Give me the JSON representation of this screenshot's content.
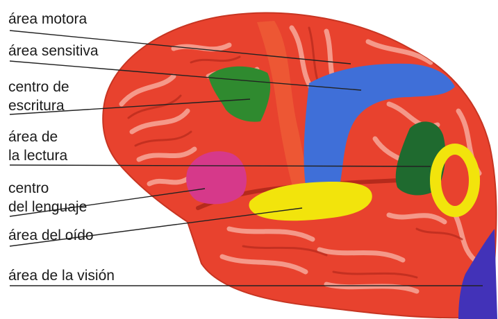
{
  "labels": {
    "motor_area": "área motora",
    "sensory_area": "área sensitiva",
    "writing_center": "centro de\nescritura",
    "reading_area": "área de\nla lectura",
    "language_center": "centro\ndel lenguaje",
    "hearing_area": "área del oído",
    "vision_area": "área de la visión"
  },
  "colors": {
    "cortex": "#e8422e",
    "gyri_highlight": "#f7a89a",
    "sulcus": "#b52a1c",
    "motor_strip_shade": "#f06a3a",
    "sensory": "#3f6fd8",
    "writing": "#2f8a2f",
    "reading": "#1f6a2f",
    "language": "#d6398a",
    "hearing": "#f2e40c",
    "vision": "#4232b8",
    "leader_line": "#222222",
    "label_text": "#1a1a1a"
  }
}
